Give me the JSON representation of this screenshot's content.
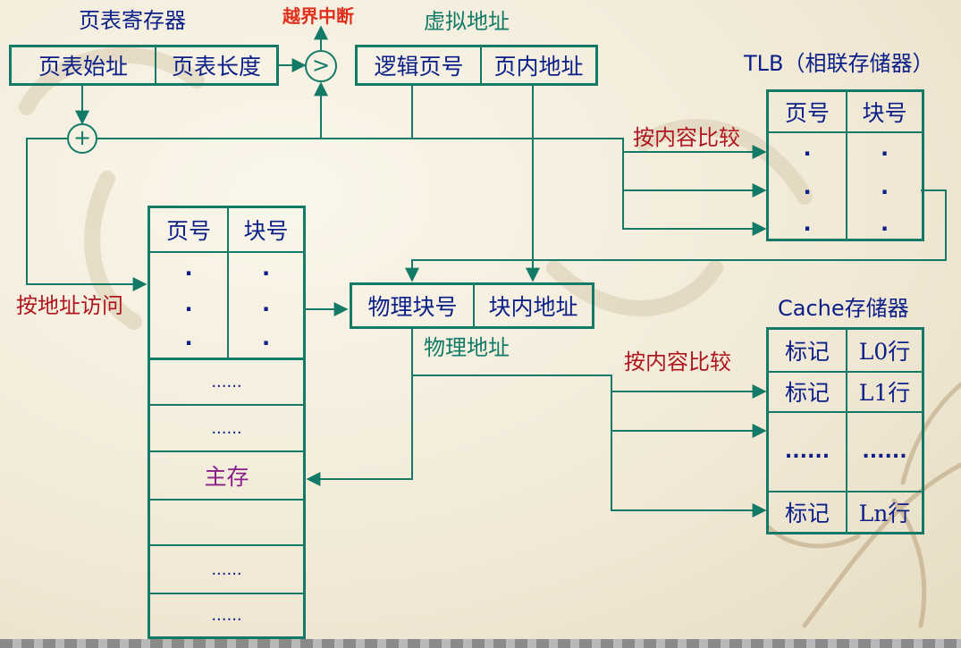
{
  "page_table_register": {
    "title": "页表寄存器",
    "start": "页表始址",
    "length": "页表长度"
  },
  "overflow_label": "越界中断",
  "compare_symbol": ">",
  "adder_symbol": "+",
  "virtual_address": {
    "title": "虚拟地址",
    "page_no": "逻辑页号",
    "offset": "页内地址"
  },
  "tlb": {
    "title": "TLB（相联存储器）",
    "col_page": "页号",
    "col_block": "块号",
    "rows": [
      "·",
      "·",
      "·"
    ]
  },
  "compare_by_content_tlb": "按内容比较",
  "compare_by_content_cache": "按内容比较",
  "access_by_address": "按地址访问",
  "page_table": {
    "col_page": "页号",
    "col_block": "块号",
    "rows": [
      "·",
      "·",
      "·"
    ]
  },
  "physical_address": {
    "title": "物理地址",
    "block_no": "物理块号",
    "offset": "块内地址"
  },
  "main_memory": {
    "label": "主存",
    "ellipsis": "......"
  },
  "cache": {
    "title": "Cache存储器",
    "rows": [
      {
        "tag": "标记",
        "line": "L0行"
      },
      {
        "tag": "标记",
        "line": "L1行"
      },
      {
        "tag": "......",
        "line": "......"
      },
      {
        "tag": "标记",
        "line": "Ln行"
      }
    ]
  }
}
